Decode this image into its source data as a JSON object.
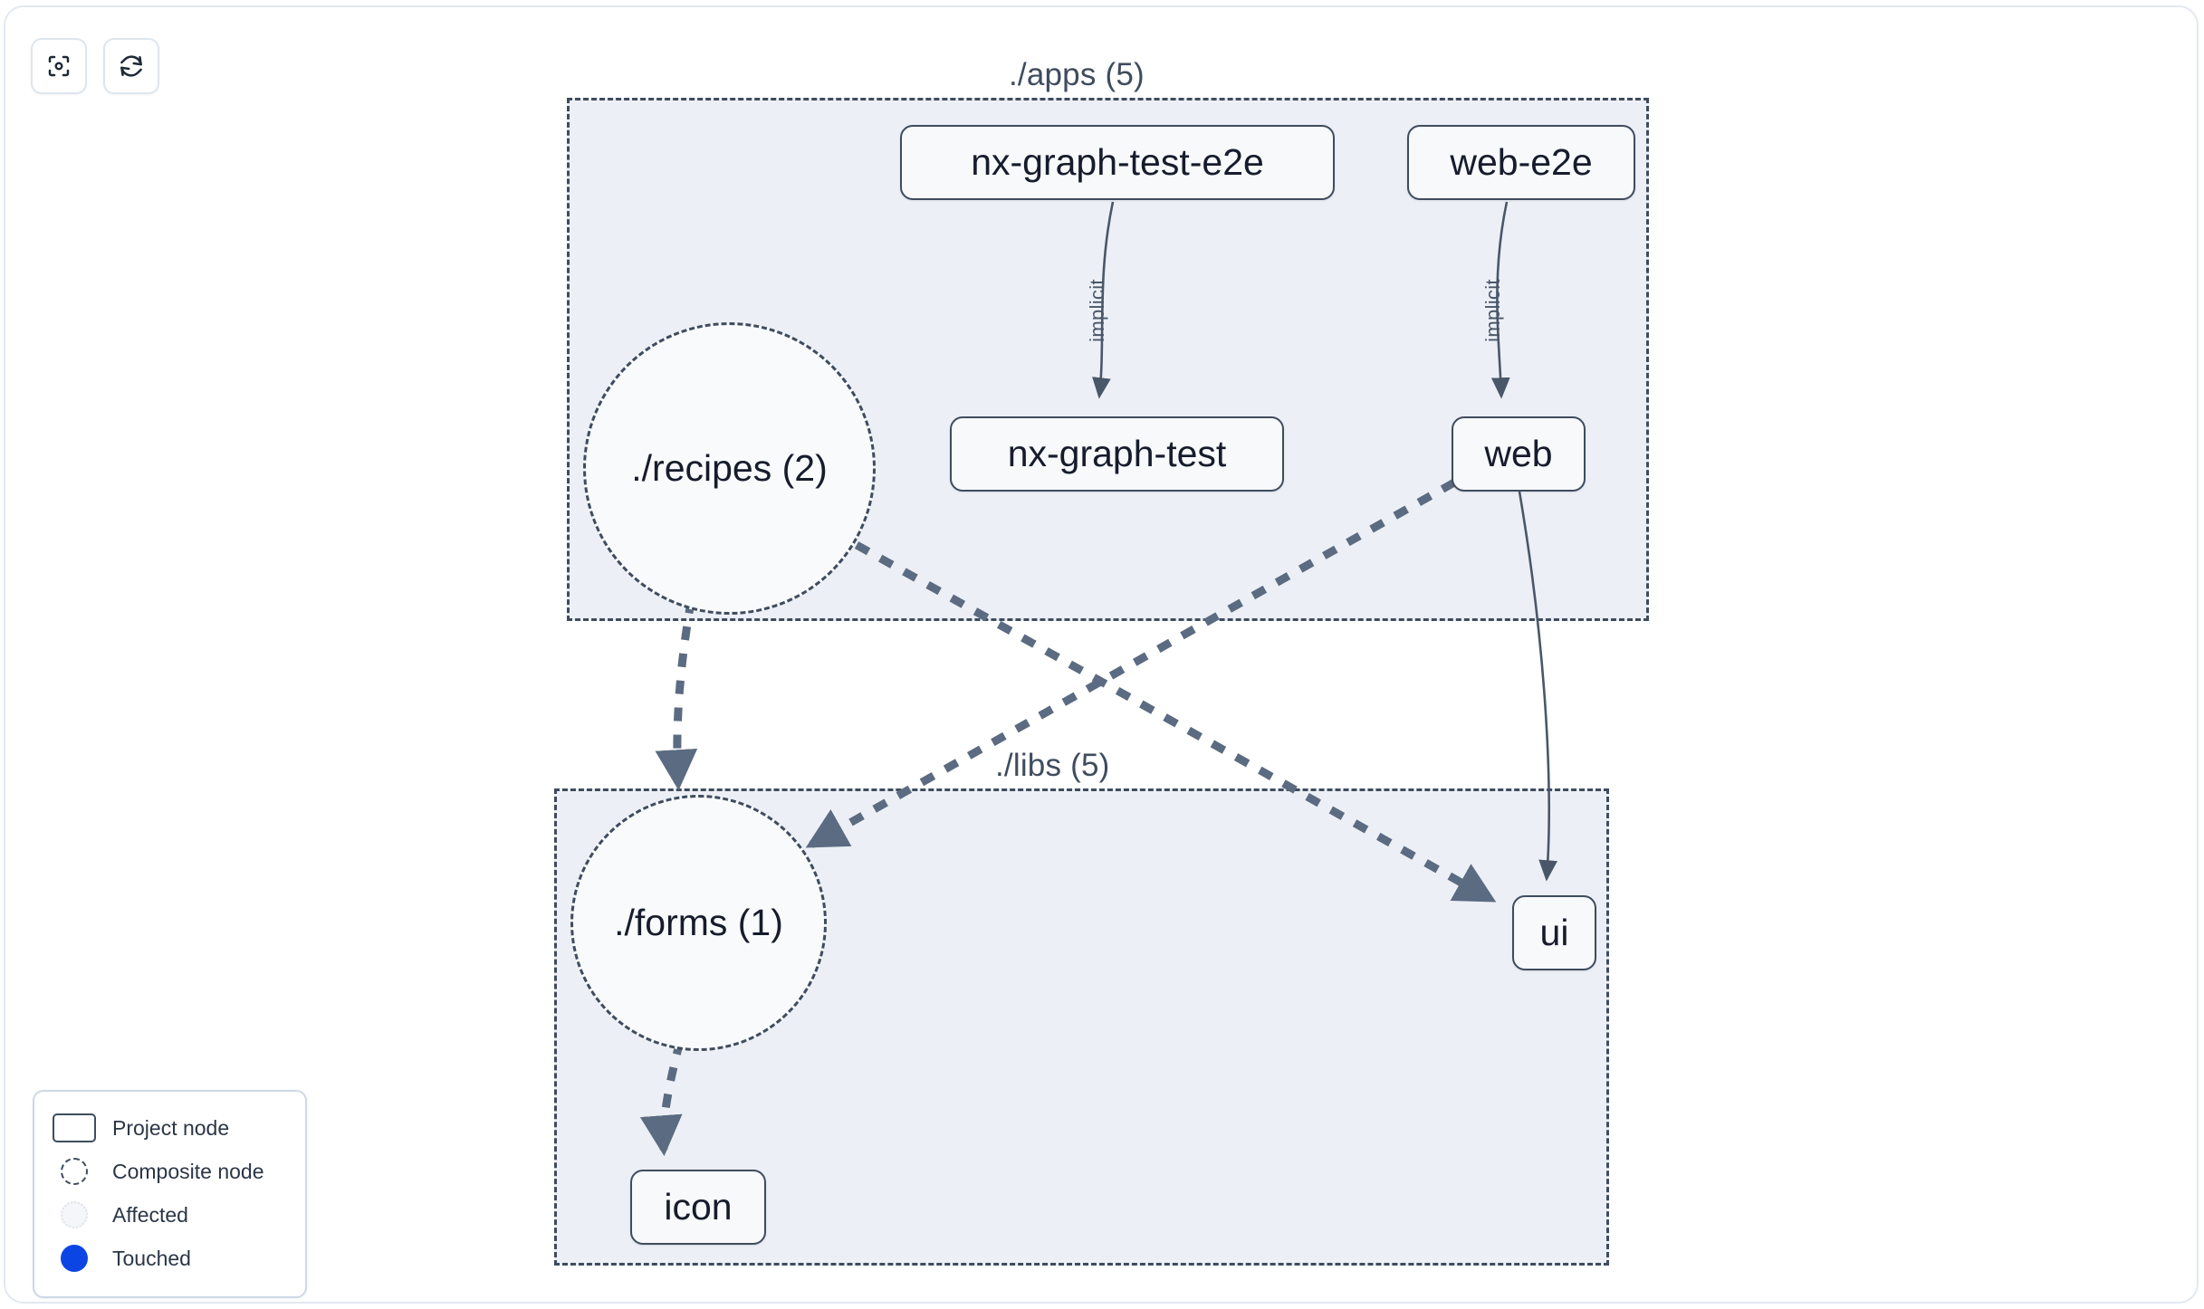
{
  "toolbar": {
    "buttons": [
      {
        "name": "focus-graph-button",
        "icon": "focus-target-icon",
        "label": ""
      },
      {
        "name": "refresh-graph-button",
        "icon": "refresh-icon",
        "label": ""
      }
    ]
  },
  "graph": {
    "groups": [
      {
        "id": "apps",
        "label": "./apps (5)"
      },
      {
        "id": "libs",
        "label": "./libs (5)"
      }
    ],
    "project_nodes": [
      {
        "id": "nx-graph-test-e2e",
        "label": "nx-graph-test-e2e"
      },
      {
        "id": "web-e2e",
        "label": "web-e2e"
      },
      {
        "id": "nx-graph-test",
        "label": "nx-graph-test"
      },
      {
        "id": "web",
        "label": "web"
      },
      {
        "id": "ui",
        "label": "ui"
      },
      {
        "id": "icon",
        "label": "icon"
      }
    ],
    "composite_nodes": [
      {
        "id": "recipes",
        "label": "./recipes (2)"
      },
      {
        "id": "forms",
        "label": "./forms (1)"
      }
    ],
    "edges": [
      {
        "from": "nx-graph-test-e2e",
        "to": "nx-graph-test",
        "label": "implicit",
        "style": "solid"
      },
      {
        "from": "web-e2e",
        "to": "web",
        "label": "implicit",
        "style": "solid"
      },
      {
        "from": "web",
        "to": "ui",
        "label": "",
        "style": "solid"
      },
      {
        "from": "recipes",
        "to": "forms",
        "label": "",
        "style": "dashed"
      },
      {
        "from": "recipes",
        "to": "ui",
        "label": "",
        "style": "dashed"
      },
      {
        "from": "web",
        "to": "forms",
        "label": "",
        "style": "dashed"
      },
      {
        "from": "forms",
        "to": "icon",
        "label": "",
        "style": "dashed"
      }
    ]
  },
  "legend": {
    "items": [
      {
        "swatch": "project-node-swatch",
        "label": "Project node"
      },
      {
        "swatch": "composite-node-swatch",
        "label": "Composite node"
      },
      {
        "swatch": "affected-swatch",
        "label": "Affected"
      },
      {
        "swatch": "touched-swatch",
        "label": "Touched"
      }
    ]
  },
  "colors": {
    "group_fill": "#ecf0f6",
    "group_border": "#3f4c5e",
    "node_fill": "#f7f9fb",
    "node_border": "#3f4c5e",
    "node_text": "#161c2c",
    "edge": "#4a5769",
    "edge_dashed": "#5b6b81",
    "touched": "#0b46e5",
    "canvas_border": "#e3e8f0"
  }
}
